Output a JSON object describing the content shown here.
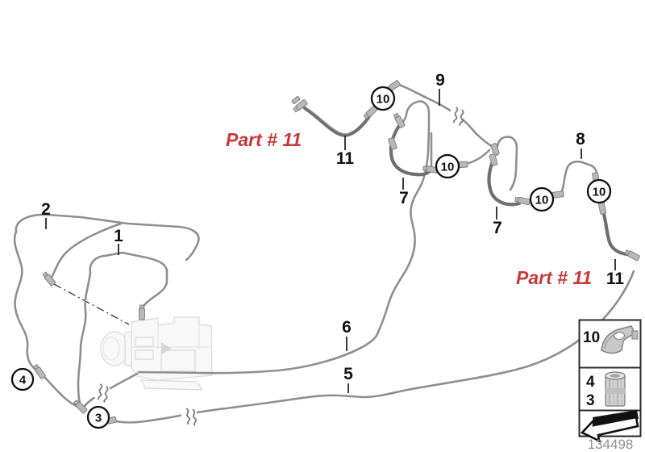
{
  "diagram": {
    "title": "brake-pipe-parts-diagram",
    "drawing_number": "134498",
    "notes": [
      {
        "text": "Part # 11"
      },
      {
        "text": "Part # 11"
      }
    ],
    "labels": [
      {
        "part": "2",
        "text": "2"
      },
      {
        "part": "1",
        "text": "1"
      },
      {
        "part": "9",
        "text": "9"
      },
      {
        "part": "11",
        "text": "11"
      },
      {
        "part": "7",
        "text": "7"
      },
      {
        "part": "7",
        "text": "7"
      },
      {
        "part": "8",
        "text": "8"
      },
      {
        "part": "11",
        "text": "11"
      },
      {
        "part": "6",
        "text": "6"
      },
      {
        "part": "5",
        "text": "5"
      }
    ],
    "callouts": [
      {
        "text": "10"
      },
      {
        "text": "10"
      },
      {
        "text": "10"
      },
      {
        "text": "10"
      },
      {
        "text": "4"
      },
      {
        "text": "3"
      }
    ],
    "legend": {
      "row1_label": "10",
      "row2_label_a": "4",
      "row2_label_b": "3"
    },
    "colors": {
      "pipe": "#8f8f8f",
      "hose": "#6f6f6f",
      "note_red": "#c7393b",
      "label": "#111111"
    }
  }
}
